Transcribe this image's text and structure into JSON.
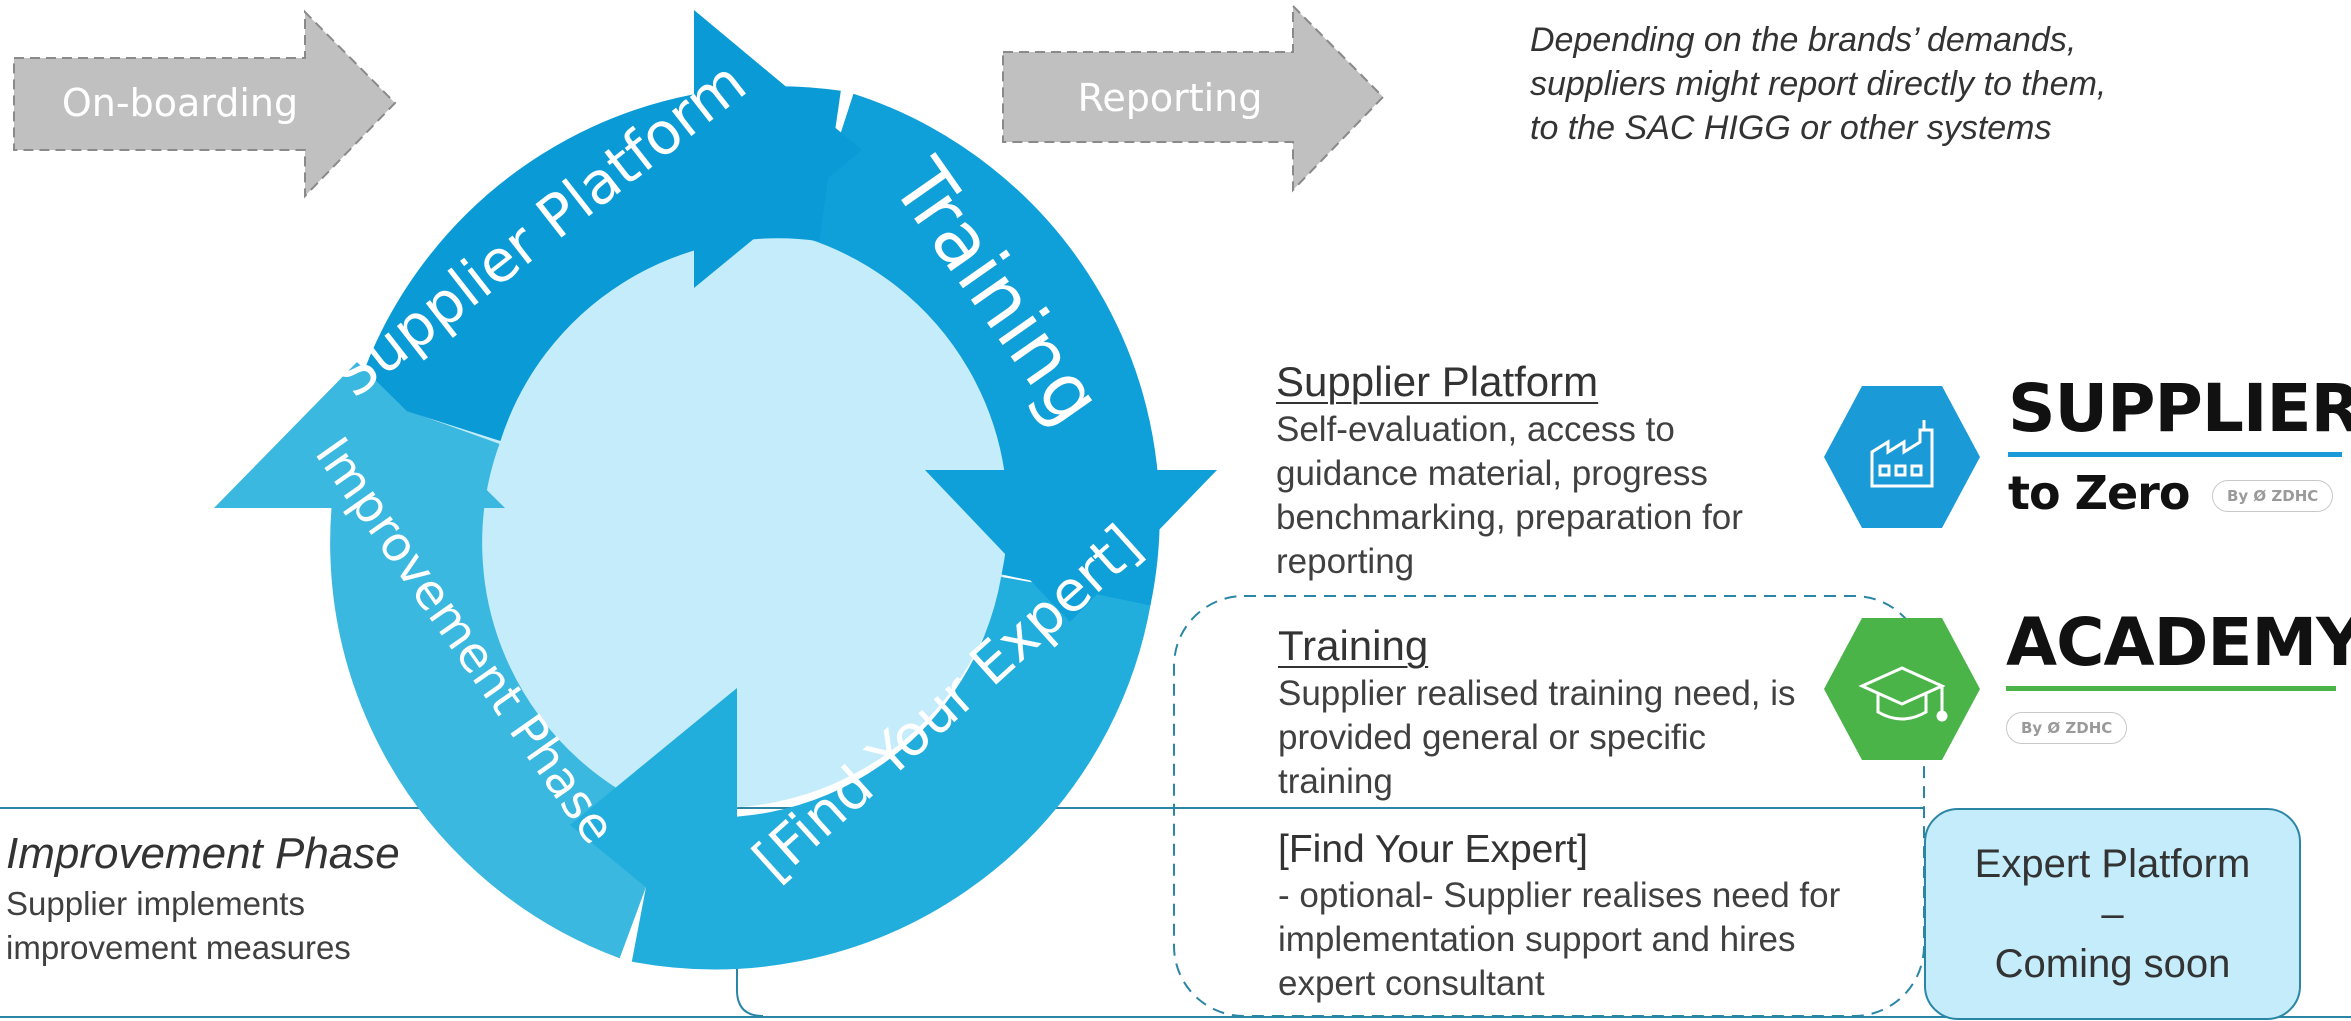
{
  "cycle": {
    "supplier_platform": "Supplier Platform",
    "training": "Training",
    "find_expert": "[Find Your Expert]",
    "improvement": "Improvement Phase"
  },
  "arrows": {
    "onboarding": "On-boarding",
    "reporting": "Reporting"
  },
  "note": "Depending on the brands’ demands, suppliers might report directly to them, to the SAC HIGG or other systems",
  "sections": {
    "supplier_platform": {
      "title": "Supplier Platform",
      "desc": "Self-evaluation, access to guidance material, progress benchmarking, preparation for reporting"
    },
    "training": {
      "title": "Training",
      "desc": "Supplier realised training need, is provided general or specific training"
    },
    "find_expert": {
      "title": "[Find Your Expert]",
      "desc": "- optional- Supplier realises need for implementation support and hires expert consultant"
    }
  },
  "improvement_phase": {
    "title": "Improvement Phase",
    "desc": "Supplier implements improvement measures"
  },
  "expert_platform": {
    "line1": "Expert Platform",
    "line2": "–",
    "line3": "Coming soon"
  },
  "logos": {
    "supplier": {
      "line1": "SUPPLIER",
      "line2": "to Zero",
      "badge": "By Ø ZDHC",
      "icon": "factory-icon",
      "color": "#1a9ad6"
    },
    "academy": {
      "line1": "ACADEMY",
      "badge": "By Ø ZDHC",
      "icon": "graduation-cap-icon",
      "color": "#4ab449"
    }
  },
  "colors": {
    "cycle_dark": "#0a9bd7",
    "cycle_mid": "#22aedd",
    "cycle_light": "#3bb8df",
    "center": "#c4ecfb",
    "frame": "#2b86a6",
    "grey_arrow": "#c0c0c0"
  }
}
